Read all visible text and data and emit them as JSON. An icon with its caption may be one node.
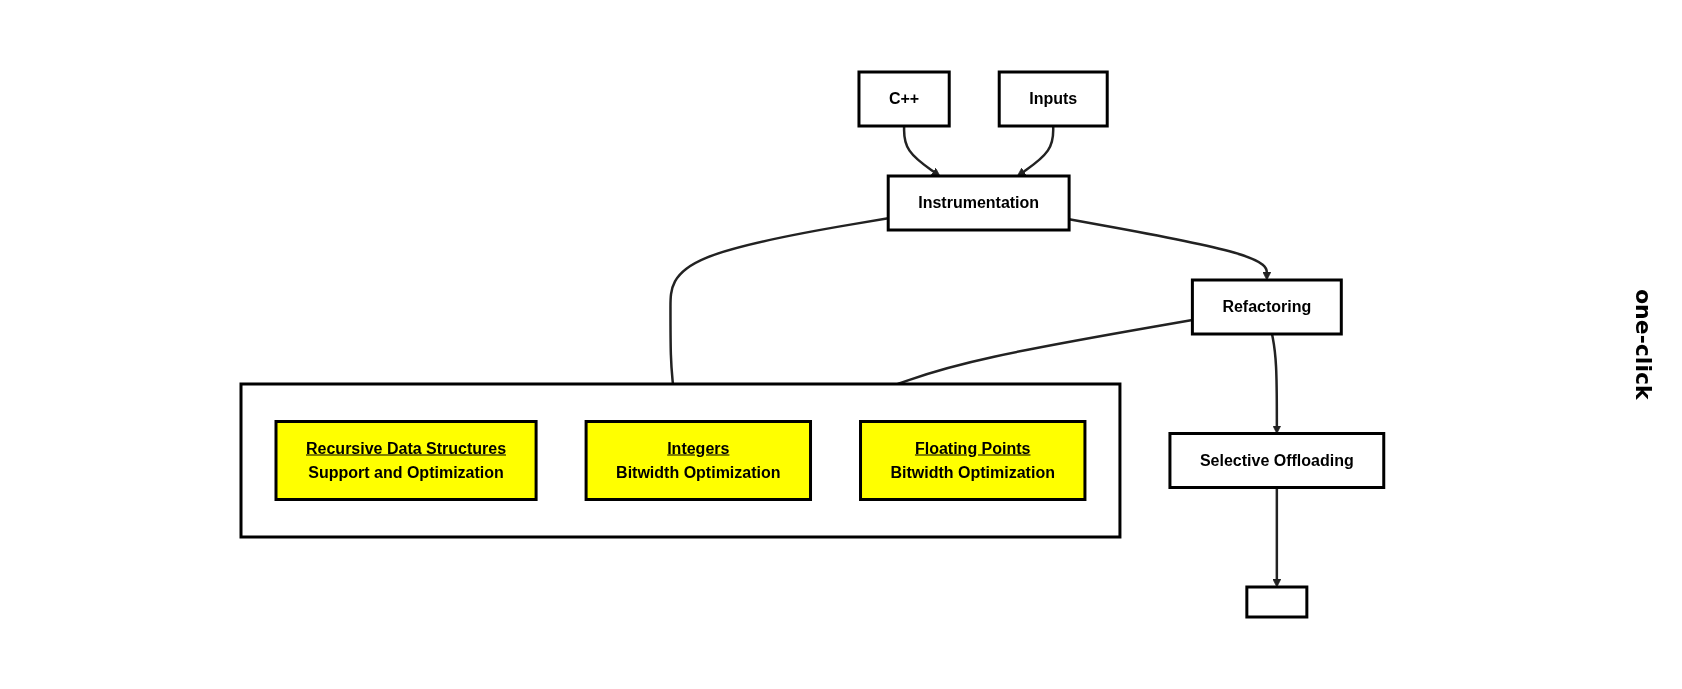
{
  "diagram": {
    "nodes": [
      {
        "text": [
          "C++"
        ]
      },
      {
        "text": [
          "Inputs"
        ]
      },
      {
        "text": [
          "Instrumentation"
        ]
      },
      {
        "text": [
          "Refactoring"
        ]
      },
      {
        "text": [
          "Selective Offloading"
        ]
      },
      {
        "text": [],
        "shape": "box"
      },
      {
        "text": [],
        "shape": "box"
      },
      {
        "text": [
          "Recursive Data Structures",
          "Support and Optimization"
        ],
        "in": 6
      },
      {
        "text": [
          "Integers",
          "Bitwidth Optimization"
        ],
        "in": 6
      },
      {
        "text": [
          "Floating Points",
          "Bitwidth Optimization"
        ],
        "in": 6
      }
    ],
    "edges": [
      {
        "from": 0,
        "to": 2,
        "arrow": "to"
      },
      {
        "from": 1,
        "to": 2,
        "arrow": "to"
      },
      {
        "from": 2,
        "to": 3,
        "arrow": "to"
      },
      {
        "from": 3,
        "to": 4,
        "arrow": "to"
      },
      {
        "from": 4,
        "to": 5,
        "arrow": "to"
      },
      {
        "from": 2,
        "to": 6,
        "arrow": "none"
      },
      {
        "from": 3,
        "to": 6,
        "arrow": "none"
      }
    ],
    "labels": [
      "one-click"
    ]
  }
}
